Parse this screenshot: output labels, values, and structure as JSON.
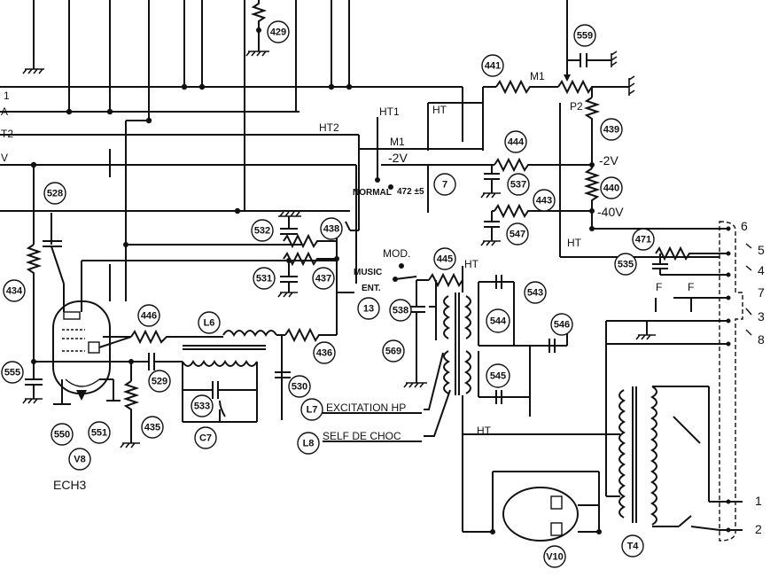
{
  "diagram": {
    "tube_labels": {
      "v8": "V8",
      "v8_type": "ECH3",
      "v10": "V10"
    },
    "rail_labels": [
      "1",
      "A",
      "T2",
      "V"
    ],
    "net_labels": {
      "ht1": "HT1",
      "ht": "HT",
      "ht2": "HT2",
      "m1": "M1",
      "m1_top": "M1",
      "p2": "P2",
      "minus2v_a": "-2V",
      "minus2v_b": "-2V",
      "minus40v": "-40V",
      "normal": "NORMAL",
      "n472": "472 ±5",
      "mod": "MOD.",
      "music": "MUSIC",
      "ent": "ENT.",
      "ht_right": "HT",
      "ht_mid": "HT",
      "ht_bottom": "HT",
      "excitation": "EXCITATION HP",
      "self": "SELF DE CHOC",
      "f1": "F",
      "f2": "F"
    },
    "connector_pins": [
      "6",
      "5",
      "4",
      "7",
      "3",
      "8",
      "1",
      "2"
    ],
    "component_tags": [
      {
        "key": "t429",
        "text": "429"
      },
      {
        "key": "t559",
        "text": "559"
      },
      {
        "key": "t441",
        "text": "441"
      },
      {
        "key": "t439",
        "text": "439"
      },
      {
        "key": "t444",
        "text": "444"
      },
      {
        "key": "t537",
        "text": "537"
      },
      {
        "key": "t440",
        "text": "440"
      },
      {
        "key": "t443",
        "text": "443"
      },
      {
        "key": "t547",
        "text": "547"
      },
      {
        "key": "t471",
        "text": "471"
      },
      {
        "key": "t535",
        "text": "535"
      },
      {
        "key": "t528",
        "text": "528"
      },
      {
        "key": "t532",
        "text": "532"
      },
      {
        "key": "t438",
        "text": "438"
      },
      {
        "key": "t531",
        "text": "531"
      },
      {
        "key": "t437",
        "text": "437"
      },
      {
        "key": "t434",
        "text": "434"
      },
      {
        "key": "t446",
        "text": "446"
      },
      {
        "key": "tL6",
        "text": "L6"
      },
      {
        "key": "t436",
        "text": "436"
      },
      {
        "key": "t13",
        "text": "13"
      },
      {
        "key": "t538",
        "text": "538"
      },
      {
        "key": "t445",
        "text": "445"
      },
      {
        "key": "t569",
        "text": "569"
      },
      {
        "key": "t543",
        "text": "543"
      },
      {
        "key": "t544",
        "text": "544"
      },
      {
        "key": "t546",
        "text": "546"
      },
      {
        "key": "t545",
        "text": "545"
      },
      {
        "key": "t555",
        "text": "555"
      },
      {
        "key": "t529",
        "text": "529"
      },
      {
        "key": "t530",
        "text": "530"
      },
      {
        "key": "t533",
        "text": "533"
      },
      {
        "key": "tC7",
        "text": "C7"
      },
      {
        "key": "t435",
        "text": "435"
      },
      {
        "key": "t550",
        "text": "550"
      },
      {
        "key": "t551",
        "text": "551"
      },
      {
        "key": "tV8",
        "text": "V8"
      },
      {
        "key": "tL7",
        "text": "L7"
      },
      {
        "key": "tL8",
        "text": "L8"
      },
      {
        "key": "t7",
        "text": "7"
      },
      {
        "key": "tV10",
        "text": "V10"
      },
      {
        "key": "tT4",
        "text": "T4"
      }
    ]
  }
}
